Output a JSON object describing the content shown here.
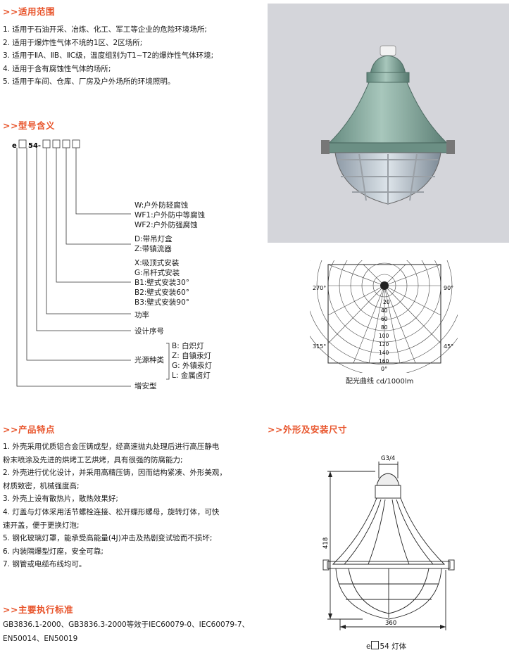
{
  "scope": {
    "heading": ">>适用范围",
    "items": [
      "1. 适用于石油开采、冶炼、化工、军工等企业的危险环境场所;",
      "2. 适用于爆炸性气体不境的1区、2区场所;",
      "3. 适用于ⅡA、ⅡB、ⅡC级，温度组别为T1~T2的爆炸性气体环境;",
      "4. 适用于含有腐蚀性气体的场所;",
      "5. 适用于车间、仓库、厂房及户外场所的环境照明。"
    ]
  },
  "model": {
    "heading": ">>型号含义",
    "code_prefix": "e",
    "code_mid": "54-",
    "groups": {
      "corrosion": [
        "W:户外防轻腐蚀",
        "WF1:户外防中等腐蚀",
        "WF2:户外防强腐蚀"
      ],
      "box": [
        "D:带吊灯盒",
        "Z:带镇流器"
      ],
      "mount": [
        "X:吸顶式安装",
        "G:吊杆式安装",
        "B1:壁式安装30°",
        "B2:壁式安装60°",
        "B3:壁式安装90°"
      ],
      "power": "功率",
      "design": "设计序号",
      "light_label": "光源种类",
      "light_items": [
        "B:  白炽灯",
        "Z:  自镇汞灯",
        "G:  外镇汞灯",
        "L:  金属卤灯"
      ],
      "type": "增安型"
    }
  },
  "polar": {
    "caption": "配光曲线 cd/1000lm",
    "angle_270": "270°",
    "angle_90": "90°",
    "angle_315": "315°",
    "angle_45": "45°",
    "angle_0": "0°",
    "rings": [
      "20",
      "40",
      "60",
      "80",
      "100",
      "120",
      "140",
      "160"
    ]
  },
  "features": {
    "heading": ">>产品特点",
    "items": [
      "1. 外壳采用优质铝合金压铸成型，经高速抛丸处理后进行高压静电",
      "    粉末喷涂及先进的烘烤工艺烘烤，具有很强的防腐能力;",
      "2. 外壳进行优化设计，并采用高精压铸，因而结构紧凑、外形美观，",
      "    材质致密，机械强度高;",
      "3. 外壳上设有散热片，散热效果好;",
      "4. 灯盖与灯体采用活节螺栓连接、松开蝶形螺母，旋转灯体，可快",
      "    速开盖，便于更换灯泡;",
      "5. 钢化玻璃灯罩，能承受高能量(4J)冲击及热剧变试验而不损坏;",
      "6. 内装隔爆型灯座，安全可靠;",
      "7. 钢管或电缆布线均可。"
    ]
  },
  "dimensions": {
    "heading": ">>外形及安装尺寸",
    "thread": "G3/4",
    "height": "418",
    "width": "360",
    "caption_prefix": "e",
    "caption_suffix": "54 灯体"
  },
  "standards": {
    "heading": ">>主要执行标准",
    "lines": [
      "GB3836.1-2000、GB3836.3-2000等效于IEC60079-0、IEC60079-7、",
      "EN50014、EN50019"
    ]
  },
  "colors": {
    "heading": "#e8542b",
    "photo_bg": "#d4d5da",
    "lamp_green": "#7fa39a"
  }
}
